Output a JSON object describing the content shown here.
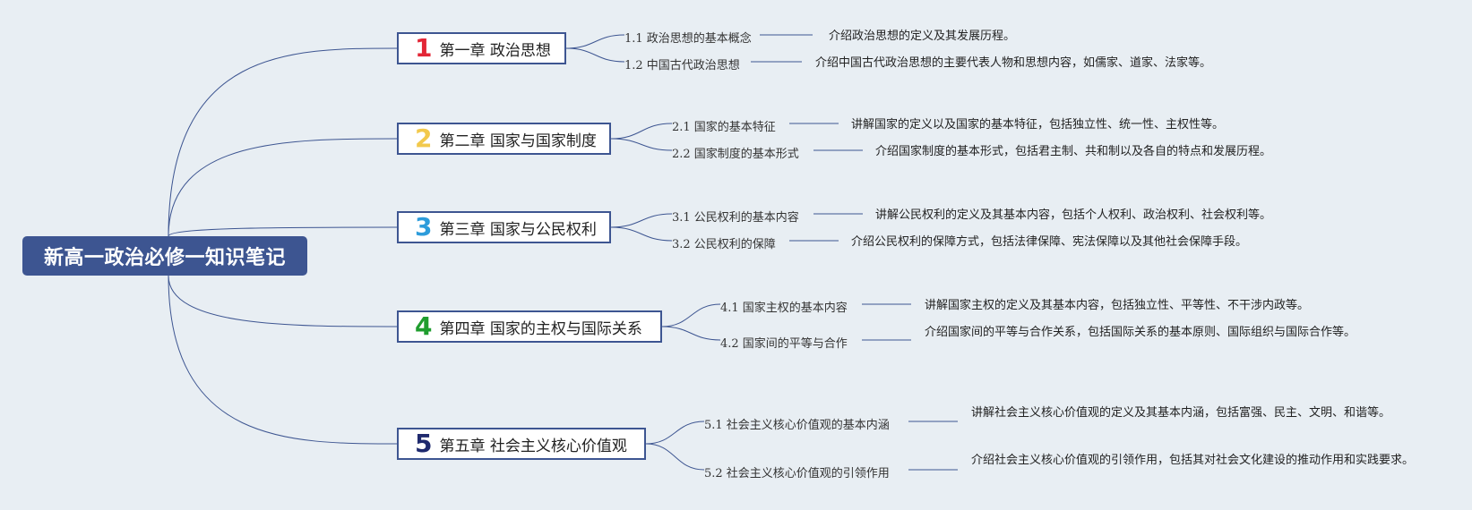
{
  "title": "新高一政治必修一知识笔记",
  "colors": {
    "background": "#e8eef3",
    "root": "#3d5591",
    "line": "#3d5591",
    "num1": "#e32636",
    "num2": "#f2c94c",
    "num3": "#2d9cdb",
    "num4": "#1f9d2e",
    "num5": "#1f2a6e"
  },
  "chapters": [
    {
      "num": "1",
      "label": "第一章 政治思想",
      "subs": [
        {
          "label": "1.1 政治思想的基本概念",
          "desc": "介绍政治思想的定义及其发展历程。"
        },
        {
          "label": "1.2 中国古代政治思想",
          "desc": "介绍中国古代政治思想的主要代表人物和思想内容，如儒家、道家、法家等。"
        }
      ]
    },
    {
      "num": "2",
      "label": "第二章 国家与国家制度",
      "subs": [
        {
          "label": "2.1 国家的基本特征",
          "desc": "讲解国家的定义以及国家的基本特征，包括独立性、统一性、主权性等。"
        },
        {
          "label": "2.2 国家制度的基本形式",
          "desc": "介绍国家制度的基本形式，包括君主制、共和制以及各自的特点和发展历程。"
        }
      ]
    },
    {
      "num": "3",
      "label": "第三章 国家与公民权利",
      "subs": [
        {
          "label": "3.1 公民权利的基本内容",
          "desc": "讲解公民权利的定义及其基本内容，包括个人权利、政治权利、社会权利等。"
        },
        {
          "label": "3.2 公民权利的保障",
          "desc": "介绍公民权利的保障方式，包括法律保障、宪法保障以及其他社会保障手段。"
        }
      ]
    },
    {
      "num": "4",
      "label": "第四章 国家的主权与国际关系",
      "subs": [
        {
          "label": "4.1 国家主权的基本内容",
          "desc": "讲解国家主权的定义及其基本内容，包括独立性、平等性、不干涉内政等。"
        },
        {
          "label": "4.2 国家间的平等与合作",
          "desc": "介绍国家间的平等与合作关系，包括国际关系的基本原则、国际组织与国际合作等。"
        }
      ]
    },
    {
      "num": "5",
      "label": "第五章 社会主义核心价值观",
      "subs": [
        {
          "label": "5.1 社会主义核心价值观的基本内涵",
          "desc": "讲解社会主义核心价值观的定义及其基本内涵，包括富强、民主、文明、和谐等。"
        },
        {
          "label": "5.2 社会主义核心价值观的引领作用",
          "desc": "介绍社会主义核心价值观的引领作用，包括其对社会文化建设的推动作用和实践要求。"
        }
      ]
    }
  ]
}
